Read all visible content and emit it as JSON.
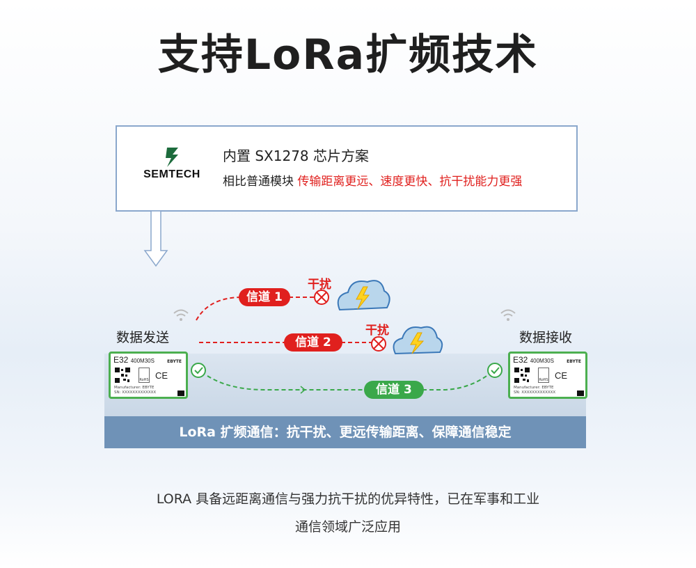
{
  "title": "支持LoRa扩频技术",
  "info": {
    "logo_text": "SEMTECH",
    "line1": "内置 SX1278 芯片方案",
    "line2_plain": "相比普通模块 ",
    "line2_highlight": "传输距离更远、速度更快、抗干扰能力更强"
  },
  "diagram": {
    "sender_label": "数据发送",
    "receiver_label": "数据接收",
    "channel1": "信道 1",
    "channel2": "信道 2",
    "channel3": "信道 3",
    "interference1": "干扰",
    "interference2": "干扰",
    "band_text": "LoRa 扩频通信：抗干扰、更远传输距离、保障通信稳定",
    "colors": {
      "red": "#e0201e",
      "green": "#3aa84a",
      "band": "#6f92b7",
      "box_border": "#8aa7cc"
    }
  },
  "module": {
    "model": "E32",
    "model_suffix": "400M30S",
    "brand": "EBYTE",
    "rohs": "RoHS",
    "ce": "CE",
    "manufacturer": "Manufacturer: EBYTE",
    "sn": "SN: XXXXXXXXXXXXX"
  },
  "footer": {
    "line1": "LORA 具备远距离通信与强力抗干扰的优异特性，已在军事和工业",
    "line2": "通信领域广泛应用"
  }
}
